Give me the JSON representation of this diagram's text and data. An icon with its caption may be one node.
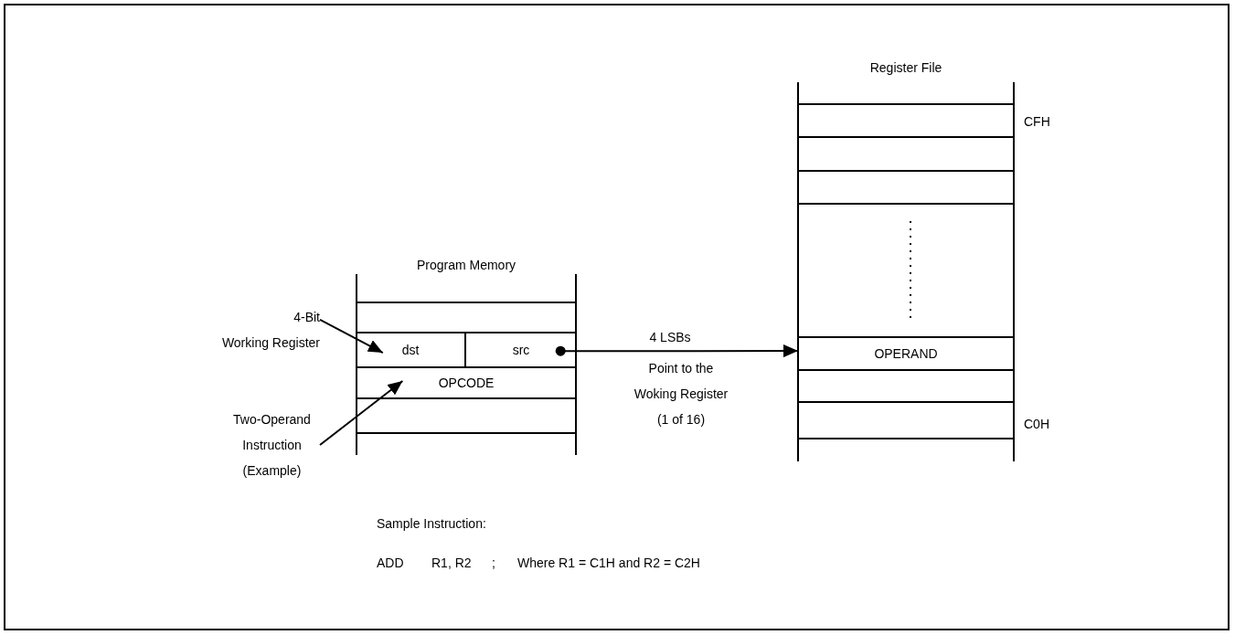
{
  "diagram": {
    "nodes": [
      {
        "text": [
          "Program Memory"
        ]
      },
      {
        "text": [
          "dst"
        ],
        "in": 0
      },
      {
        "text": [
          "src"
        ],
        "in": 0
      },
      {
        "text": [
          "OPCODE"
        ],
        "in": 0
      },
      {
        "text": [
          "Register File"
        ]
      },
      {
        "text": [
          "OPERAND"
        ],
        "in": 4
      },
      {
        "text": [
          "4-Bit Working Register"
        ]
      },
      {
        "text": [
          "Two-Operand Instruction (Example)"
        ]
      }
    ],
    "edges": [
      {
        "from": 6,
        "to": 1,
        "arrow": "to"
      },
      {
        "from": 7,
        "to": 3,
        "arrow": "to"
      },
      {
        "from": 2,
        "to": 5,
        "arrow": "to",
        "label": "4 LSBs"
      }
    ],
    "labels": [
      "CFH",
      "Point to the Woking Register (1 of 16)",
      "C0H",
      "Sample Instruction:",
      "ADD",
      "R1, R2",
      ";",
      "Where R1 = C1H and R2 = C2H"
    ]
  }
}
